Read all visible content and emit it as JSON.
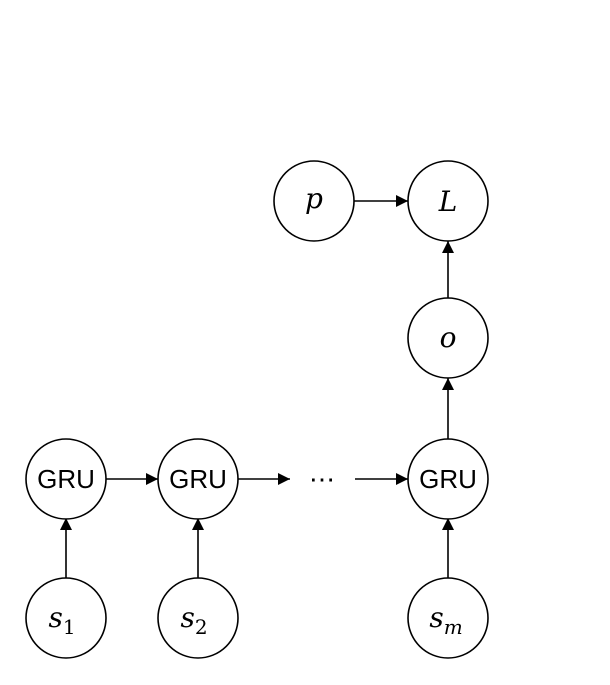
{
  "diagram": {
    "nodes": {
      "gru1": {
        "label": "GRU"
      },
      "gru2": {
        "label": "GRU"
      },
      "grum": {
        "label": "GRU"
      },
      "s1": {
        "base": "s",
        "sub": "1"
      },
      "s2": {
        "base": "s",
        "sub": "2"
      },
      "sm": {
        "base": "s",
        "sub": "m"
      },
      "o": {
        "label": "o"
      },
      "p": {
        "label": "p"
      },
      "L": {
        "label": "L"
      }
    },
    "ellipsis": "⋯",
    "edges": [
      {
        "from": "s1",
        "to": "gru1"
      },
      {
        "from": "s2",
        "to": "gru2"
      },
      {
        "from": "sm",
        "to": "grum"
      },
      {
        "from": "gru1",
        "to": "gru2"
      },
      {
        "from": "gru2",
        "to": "ellipsis"
      },
      {
        "from": "ellipsis",
        "to": "grum"
      },
      {
        "from": "grum",
        "to": "o"
      },
      {
        "from": "o",
        "to": "L"
      },
      {
        "from": "p",
        "to": "L"
      }
    ]
  }
}
